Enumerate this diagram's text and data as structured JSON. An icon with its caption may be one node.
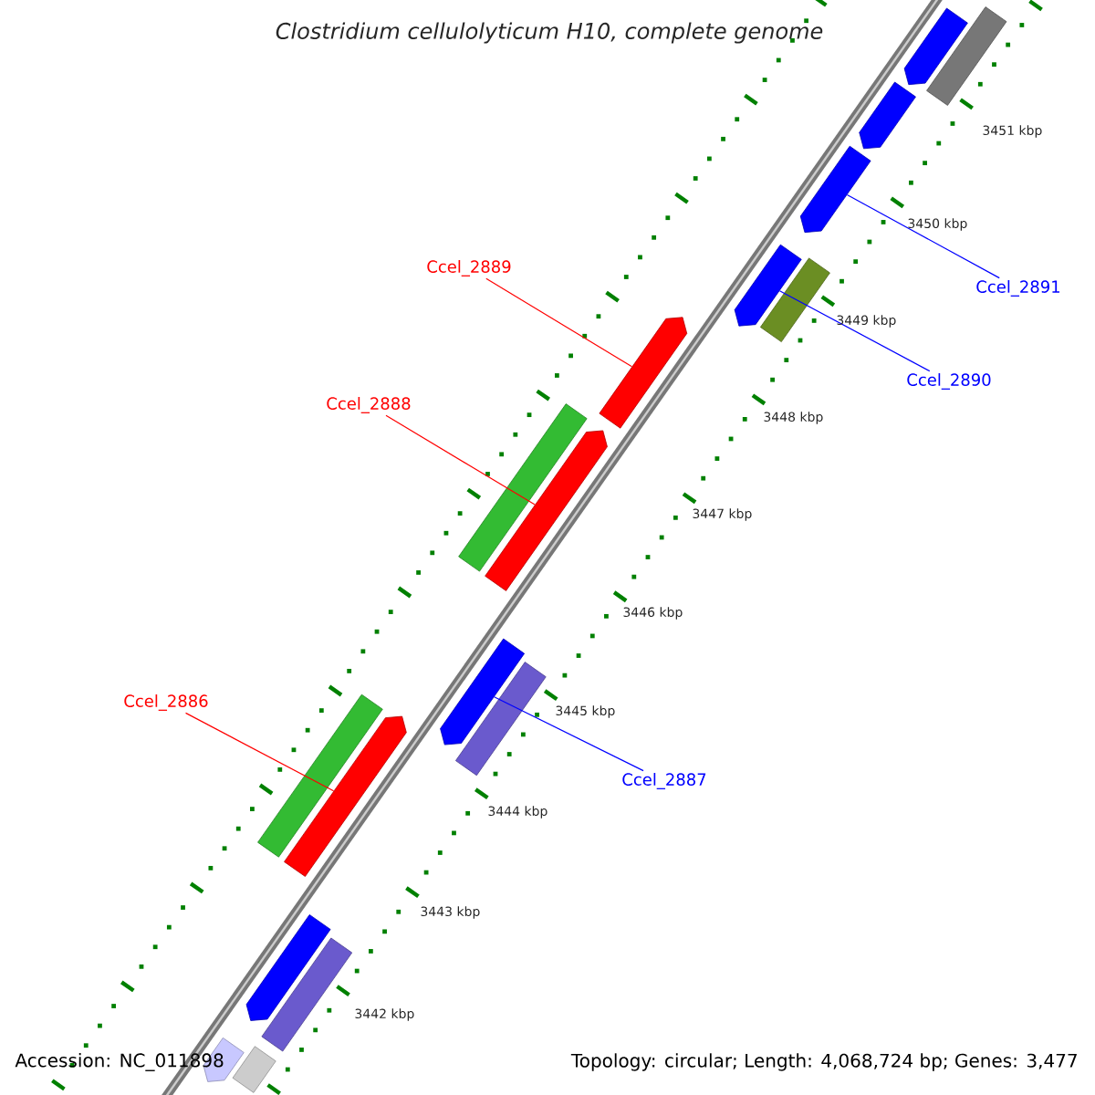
{
  "diagram": {
    "title": "Clostridium cellulolyticum H10, complete genome",
    "nodes": [
      {
        "text": [
          "Ccel_2889"
        ]
      },
      {
        "text": [
          "Ccel_2891"
        ]
      },
      {
        "text": [
          "Ccel_2890"
        ]
      },
      {
        "text": [
          "Ccel_2888"
        ]
      },
      {
        "text": [
          "Ccel_2886"
        ]
      },
      {
        "text": [
          "Ccel_2887"
        ]
      },
      {
        "text": [],
        "shape": "bar"
      },
      {
        "text": [],
        "shape": "bar"
      },
      {
        "text": [],
        "shape": "bar"
      },
      {
        "text": [],
        "shape": "bar"
      },
      {
        "text": [],
        "shape": "bar"
      },
      {
        "text": [],
        "shape": "bar"
      },
      {
        "text": [],
        "shape": "bar"
      },
      {
        "text": [],
        "shape": "bar"
      },
      {
        "text": [],
        "shape": "bar"
      },
      {
        "text": [],
        "shape": "bar"
      },
      {
        "text": [],
        "shape": "bar"
      },
      {
        "text": [],
        "shape": "bar"
      },
      {
        "text": [],
        "shape": "bar"
      },
      {
        "text": [],
        "shape": "bar"
      },
      {
        "text": [],
        "shape": "bar"
      },
      {
        "text": [],
        "shape": "bar"
      },
      {
        "text": [],
        "shape": "bar"
      }
    ],
    "edges": [
      {
        "from": 0,
        "to": 12,
        "arrow": "none",
        "color": "#ff0000"
      },
      {
        "from": 1,
        "to": 9,
        "arrow": "none",
        "color": "#0000ff"
      },
      {
        "from": 2,
        "to": 10,
        "arrow": "none",
        "color": "#0000ff"
      },
      {
        "from": 3,
        "to": 14,
        "arrow": "none",
        "color": "#ff0000"
      },
      {
        "from": 4,
        "to": 18,
        "arrow": "none",
        "color": "#ff0000"
      },
      {
        "from": 5,
        "to": 15,
        "arrow": "none",
        "color": "#0000ff"
      }
    ],
    "labels": [
      "3451 kbp",
      "3450 kbp",
      "3449 kbp",
      "3448 kbp",
      "3447 kbp",
      "3446 kbp",
      "3445 kbp",
      "3444 kbp",
      "3443 kbp",
      "3442 kbp",
      "Accession: NC_011898",
      "Topology: circular; Length: 4,068,724 bp; Genes: 3,477"
    ]
  }
}
